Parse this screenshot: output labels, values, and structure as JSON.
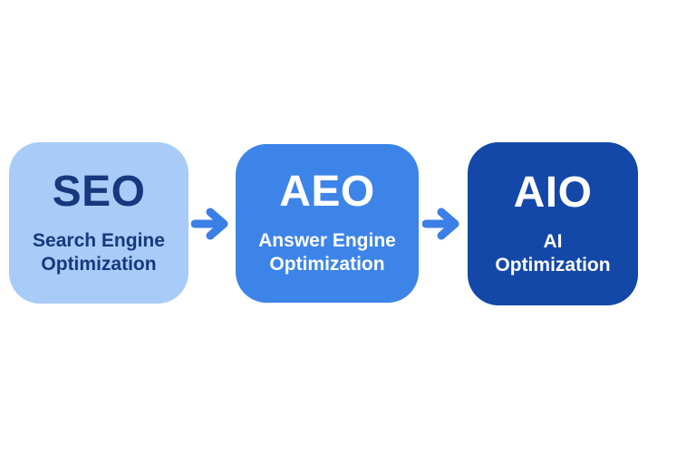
{
  "canvas": {
    "background_color": "#ffffff"
  },
  "cards": [
    {
      "acronym": "SEO",
      "name_line1": "Search Engine",
      "name_line2": "Optimization",
      "bg_color": "#a8ccf7",
      "text_color": "#17387d"
    },
    {
      "acronym": "AEO",
      "name_line1": "Answer Engine",
      "name_line2": "Optimization",
      "bg_color": "#3d84e8",
      "text_color": "#ffffff"
    },
    {
      "acronym": "AIO",
      "name_line1": "AI",
      "name_line2": "Optimization",
      "bg_color": "#1348a9",
      "text_color": "#ffffff"
    }
  ],
  "arrows": {
    "color": "#3b7fe6",
    "count": 2
  }
}
